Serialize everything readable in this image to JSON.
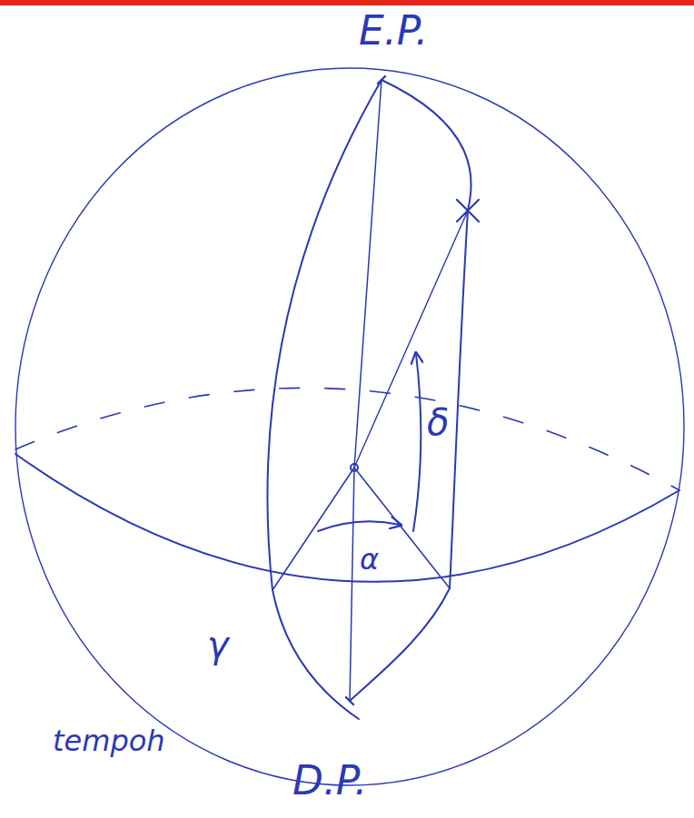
{
  "diagram": {
    "labels": [
      "E.P.",
      "δ",
      "α",
      "γ",
      "tempoh",
      "D.P."
    ]
  }
}
